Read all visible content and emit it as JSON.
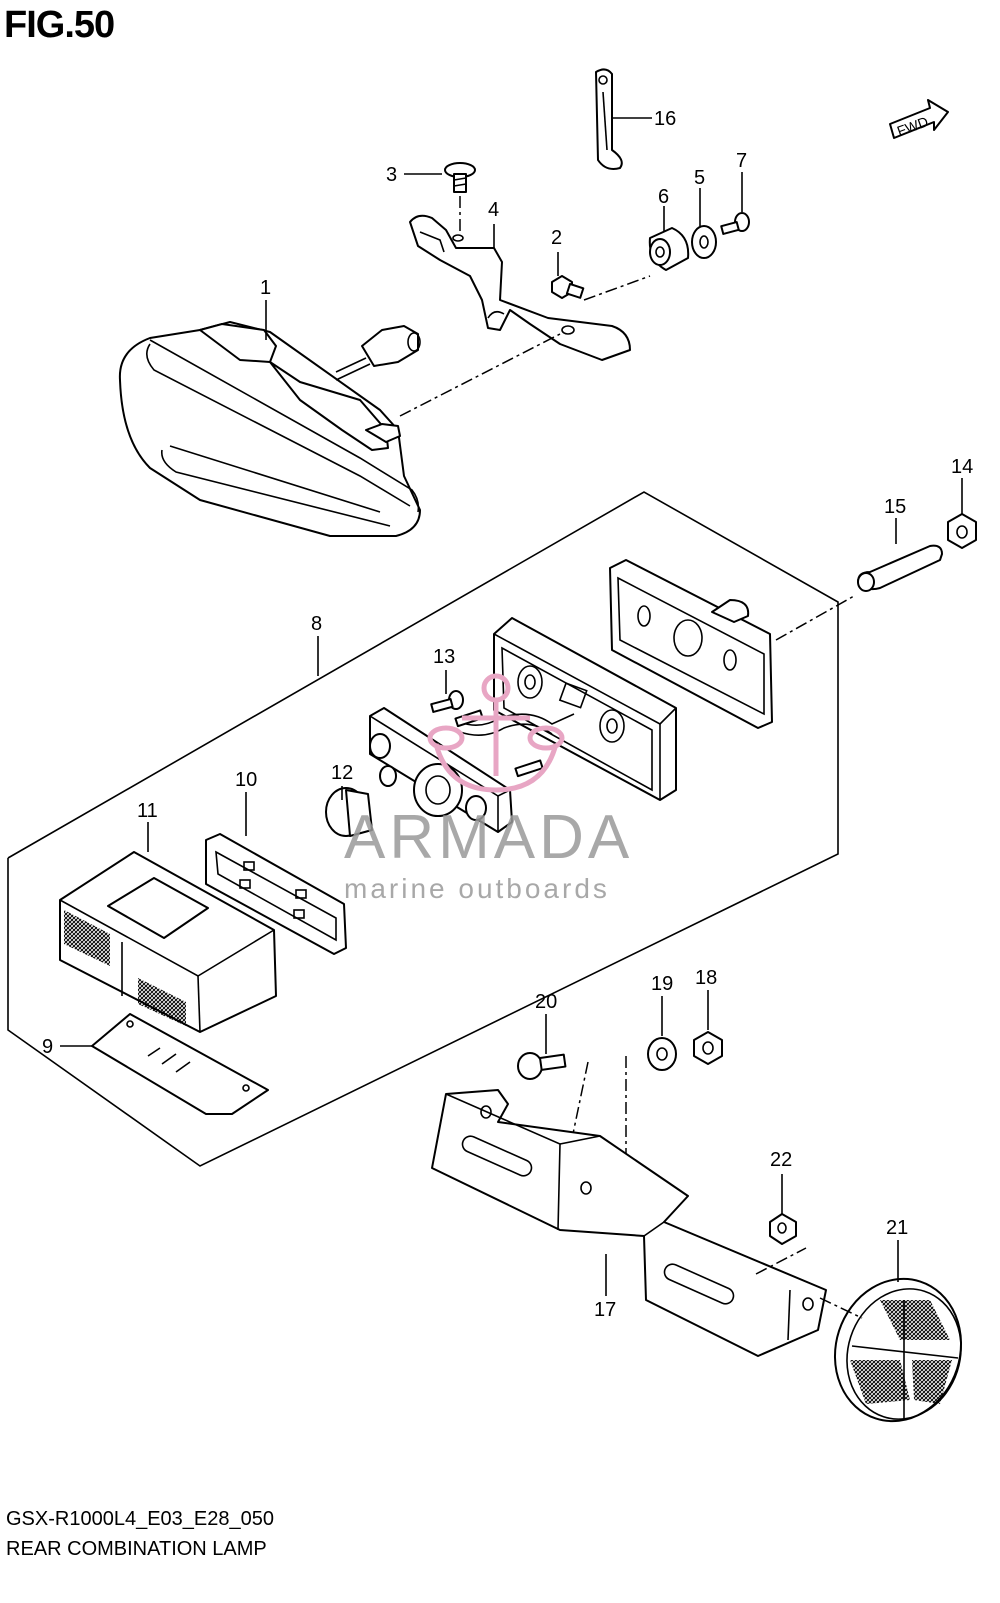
{
  "figure": {
    "title": "FIG.50"
  },
  "footer": {
    "model_code": "GSX-R1000L4_E03_E28_050",
    "section_name": "REAR COMBINATION LAMP"
  },
  "direction_badge": {
    "label": "FWD"
  },
  "watermark": {
    "brand": "ARMADA",
    "tagline": "marine outboards",
    "logo": "anchor-icon",
    "color": "#e8a6c4"
  },
  "callouts": [
    {
      "id": "1",
      "label": "1"
    },
    {
      "id": "2",
      "label": "2"
    },
    {
      "id": "3",
      "label": "3"
    },
    {
      "id": "4",
      "label": "4"
    },
    {
      "id": "5",
      "label": "5"
    },
    {
      "id": "6",
      "label": "6"
    },
    {
      "id": "7",
      "label": "7"
    },
    {
      "id": "8",
      "label": "8"
    },
    {
      "id": "9",
      "label": "9"
    },
    {
      "id": "10",
      "label": "10"
    },
    {
      "id": "11",
      "label": "11"
    },
    {
      "id": "12",
      "label": "12"
    },
    {
      "id": "13",
      "label": "13"
    },
    {
      "id": "14",
      "label": "14"
    },
    {
      "id": "15",
      "label": "15"
    },
    {
      "id": "16",
      "label": "16"
    },
    {
      "id": "17",
      "label": "17"
    },
    {
      "id": "18",
      "label": "18"
    },
    {
      "id": "19",
      "label": "19"
    },
    {
      "id": "20",
      "label": "20"
    },
    {
      "id": "21",
      "label": "21"
    },
    {
      "id": "22",
      "label": "22"
    }
  ]
}
